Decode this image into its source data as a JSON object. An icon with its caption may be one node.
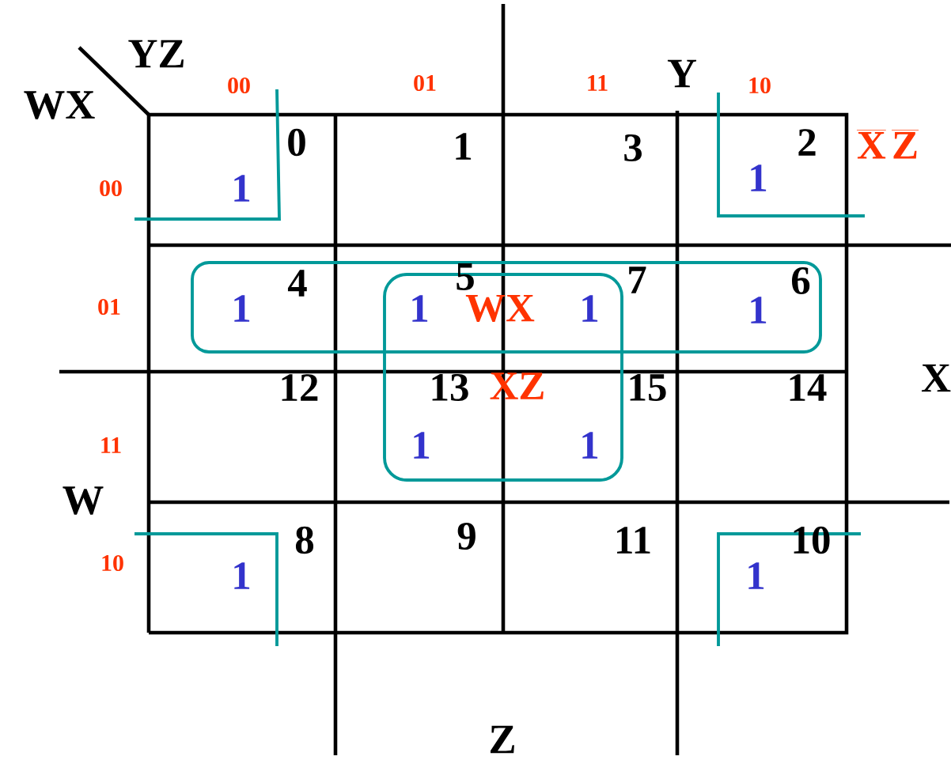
{
  "diagram": {
    "labels": [
      "YZ",
      "WX",
      "00",
      "01",
      "11",
      "10",
      "Y",
      "00",
      "01",
      "11",
      "10",
      "X",
      "W",
      "Z",
      "0",
      "1",
      "3",
      "2",
      "4",
      "5",
      "7",
      "6",
      "12",
      "13",
      "15",
      "14",
      "8",
      "9",
      "11",
      "10",
      "1",
      "1",
      "1",
      "1",
      "1",
      "1",
      "1",
      "1",
      "1",
      "1",
      "WX",
      "XZ",
      "\\overline{\\hbox{X}}\\,\\overline{\\hbox{Z}}"
    ]
  }
}
